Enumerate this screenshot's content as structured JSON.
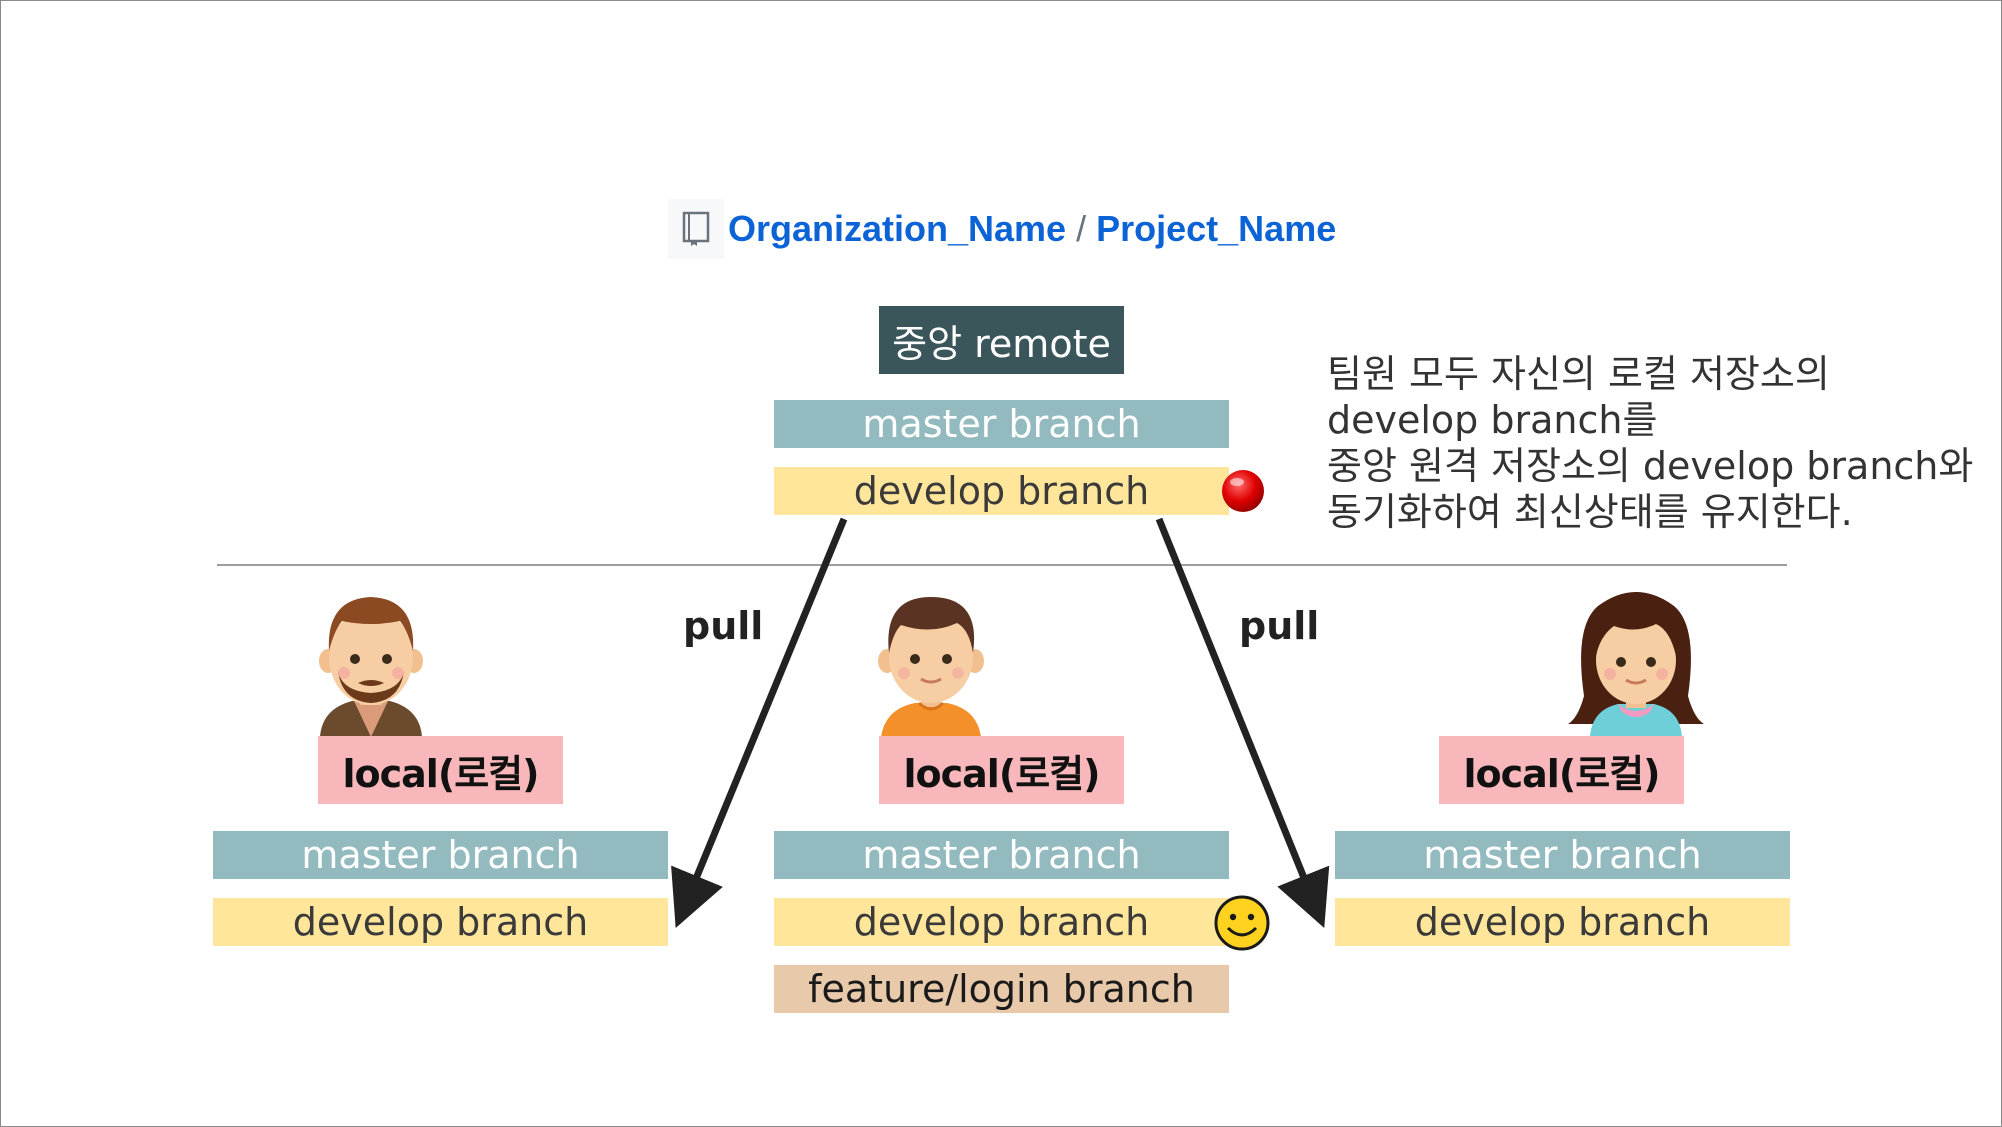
{
  "repo": {
    "organization": "Organization_Name",
    "separator": "/",
    "project": "Project_Name",
    "icon": "repo-book-icon"
  },
  "remote": {
    "label": "중앙 remote",
    "master": "master branch",
    "develop": "develop branch",
    "status_icon": "red-dot-icon",
    "status_color": "#e00000"
  },
  "note": {
    "lines": [
      "팀원 모두 자신의 로컬 저장소의",
      "develop branch를",
      "중앙 원격 저장소의 develop branch와",
      "동기화하여 최신상태를 유지한다."
    ]
  },
  "arrows": {
    "left_label": "pull",
    "right_label": "pull"
  },
  "locals": [
    {
      "avatar": "bearded-man-avatar-icon",
      "label": "local(로컬)",
      "master": "master branch",
      "develop": "develop branch"
    },
    {
      "avatar": "boy-avatar-icon",
      "label": "local(로컬)",
      "master": "master branch",
      "develop": "develop branch",
      "feature": "feature/login branch",
      "status_icon": "smiley-face-icon"
    },
    {
      "avatar": "girl-avatar-icon",
      "label": "local(로컬)",
      "master": "master branch",
      "develop": "develop branch"
    }
  ],
  "colors": {
    "link_blue": "#0b63d6",
    "remote_label": "#3b565b",
    "master": "#93bbbf",
    "develop": "#ffe69a",
    "feature": "#e8c9aa",
    "local": "#f8b8bb"
  }
}
